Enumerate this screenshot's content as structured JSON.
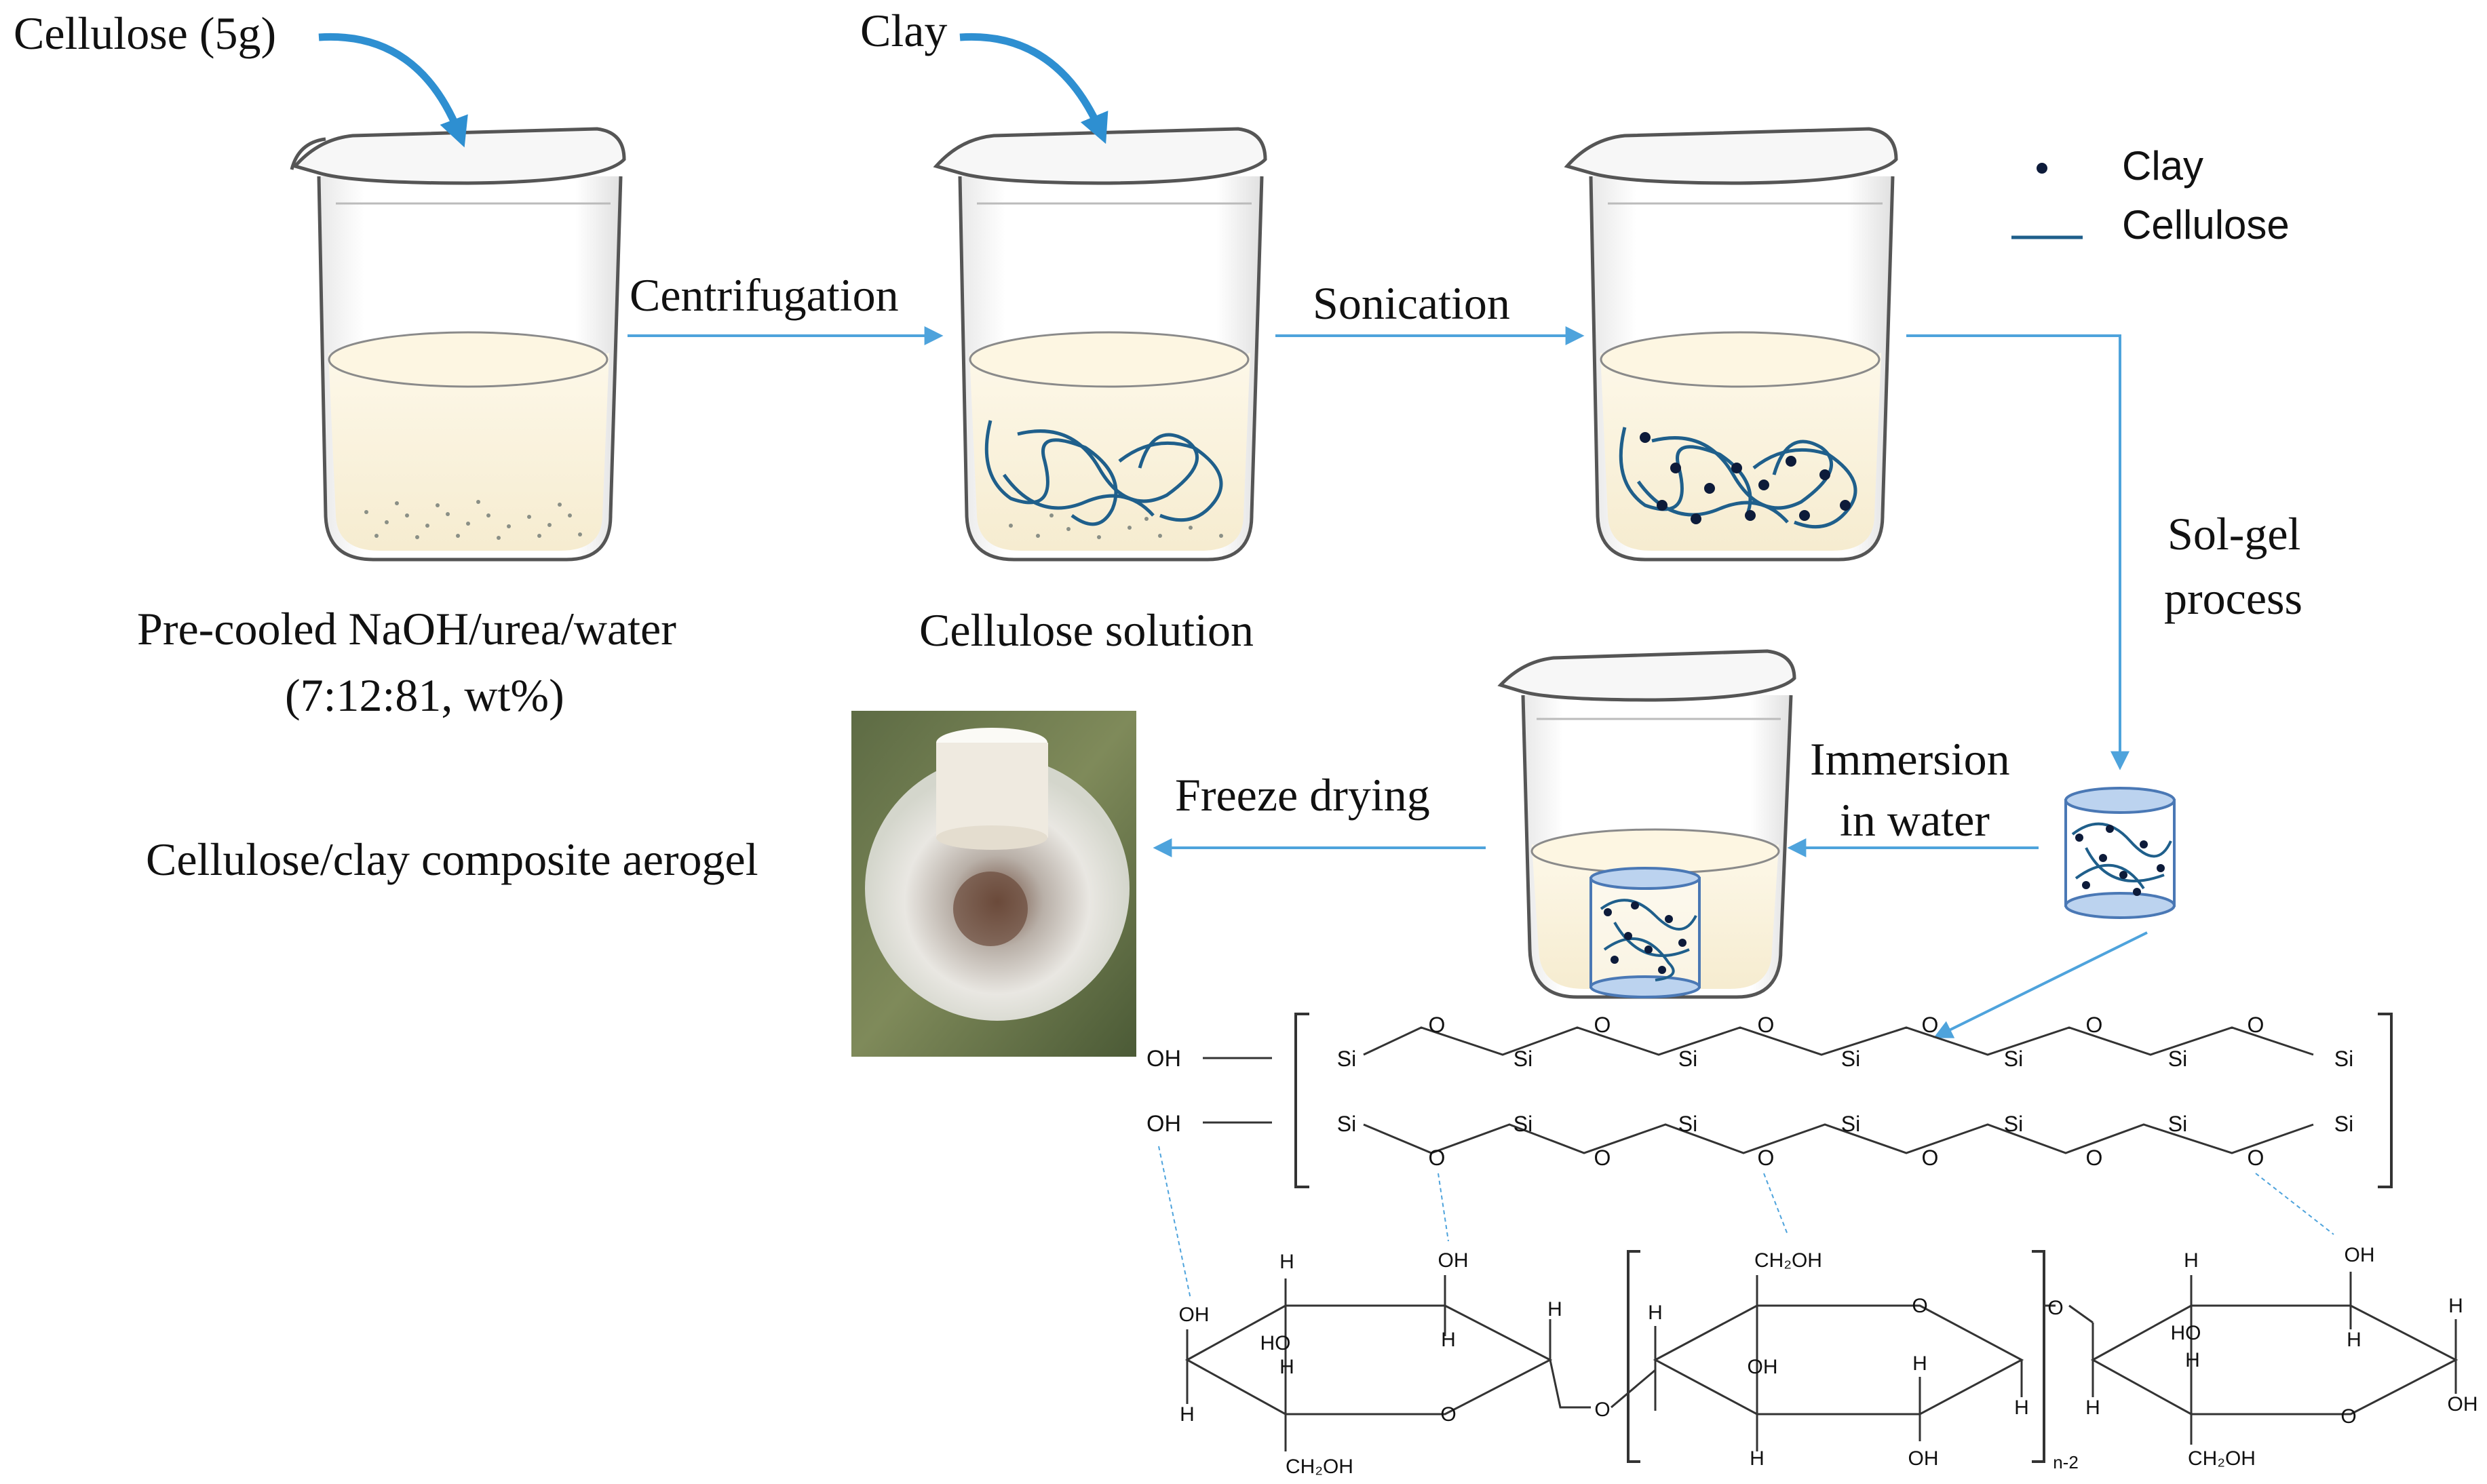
{
  "inputs": {
    "cellulose": "Cellulose (5g)",
    "clay": "Clay"
  },
  "steps": {
    "centrifugation": "Centrifugation",
    "sonication": "Sonication",
    "sol_gel_line1": "Sol-gel",
    "sol_gel_line2": "process",
    "immersion_line1": "Immersion",
    "immersion_line2": "in water",
    "freeze_drying": "Freeze drying"
  },
  "captions": {
    "solvent_line1": "Pre-cooled NaOH/urea/water",
    "solvent_line2": "(7:12:81, wt%)",
    "cellulose_solution": "Cellulose solution",
    "aerogel": "Cellulose/clay composite aerogel"
  },
  "legend": {
    "clay": "Clay",
    "cellulose": "Cellulose"
  },
  "chem": {
    "si": "Si",
    "o": "O",
    "oh": "OH",
    "h": "H",
    "ho": "HO",
    "ch2oh": "CH₂OH",
    "repeat": "n-2"
  },
  "colors": {
    "arrow_curved": "#2e8fd1",
    "flow_arrow": "#4ea3dc",
    "fiber": "#1f5f8b",
    "clay_dot": "#0d1b3a",
    "liquid": "#fbf4de"
  }
}
